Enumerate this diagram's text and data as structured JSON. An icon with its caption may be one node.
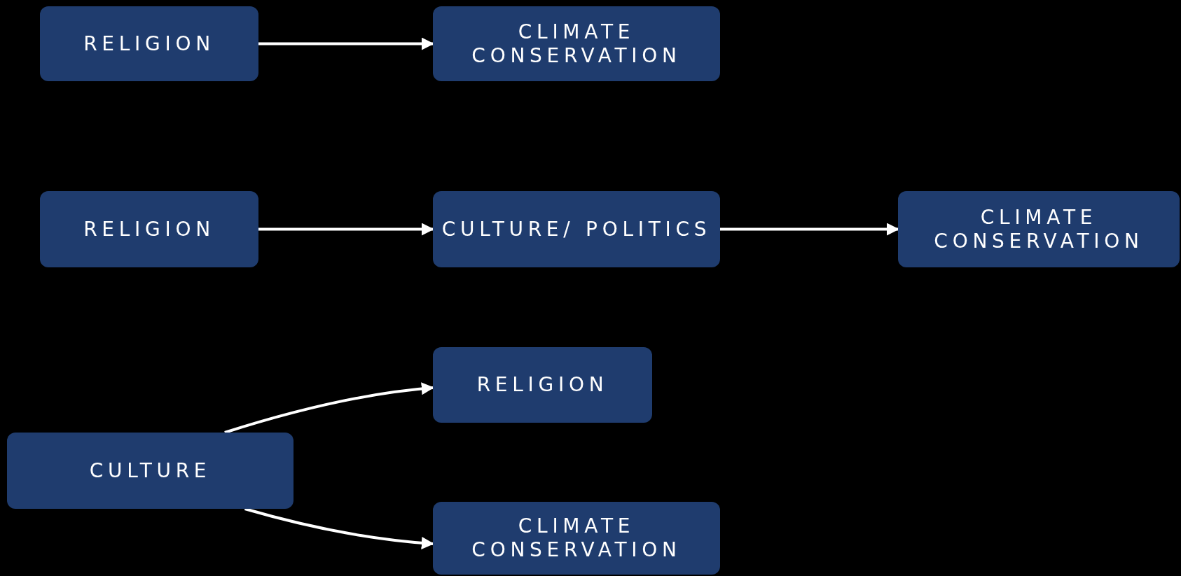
{
  "diagram": {
    "nodes": [
      {
        "text": [
          "RELIGION"
        ]
      },
      {
        "text": [
          "CLIMATE CONSERVATION"
        ]
      },
      {
        "text": [
          "RELIGION"
        ]
      },
      {
        "text": [
          "CULTURE/ POLITICS"
        ]
      },
      {
        "text": [
          "CLIMATE CONSERVATION"
        ]
      },
      {
        "text": [
          "RELIGION"
        ]
      },
      {
        "text": [
          "CULTURE"
        ]
      },
      {
        "text": [
          "CLIMATE CONSERVATION"
        ]
      }
    ],
    "edges": [
      {
        "from": 0,
        "to": 1,
        "arrow": "to"
      },
      {
        "from": 2,
        "to": 3,
        "arrow": "to"
      },
      {
        "from": 3,
        "to": 4,
        "arrow": "to"
      },
      {
        "from": 6,
        "to": 5,
        "arrow": "to"
      },
      {
        "from": 6,
        "to": 7,
        "arrow": "to"
      }
    ]
  }
}
